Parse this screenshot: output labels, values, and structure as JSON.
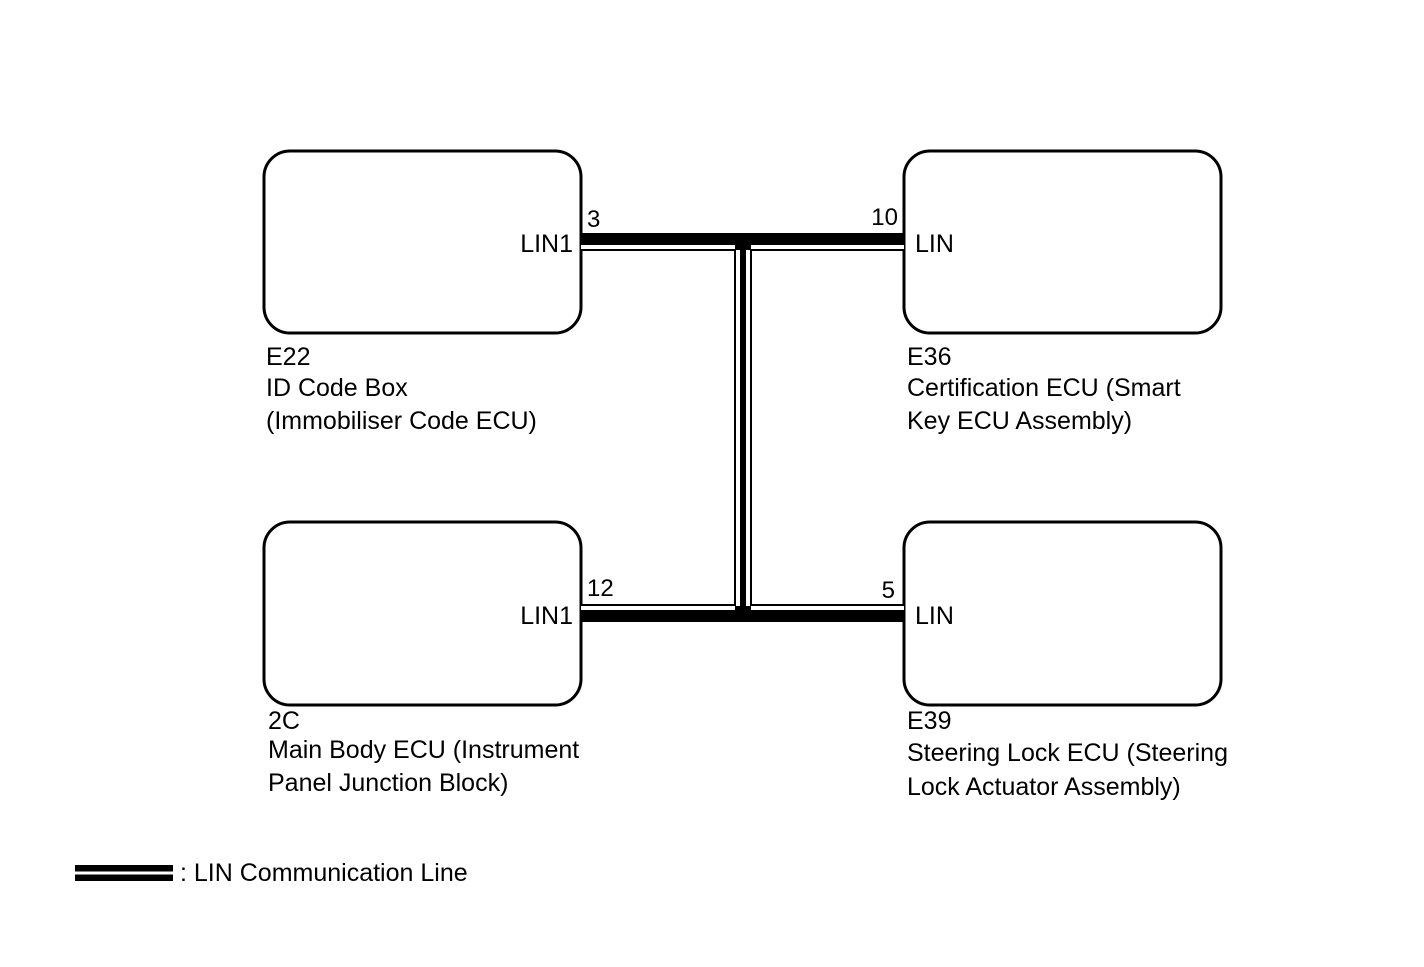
{
  "ecus": {
    "id_code_box": {
      "code": "E22",
      "name_line1": "ID Code Box",
      "name_line2": "(Immobiliser Code ECU)",
      "terminal": "LIN1",
      "pin": "3"
    },
    "certification_ecu": {
      "code": "E36",
      "name_line1": "Certification ECU (Smart",
      "name_line2": "Key ECU Assembly)",
      "terminal": "LIN",
      "pin": "10"
    },
    "main_body_ecu": {
      "code": "2C",
      "name_line1": "Main Body ECU (Instrument",
      "name_line2": "Panel Junction Block)",
      "terminal": "LIN1",
      "pin": "12"
    },
    "steering_lock_ecu": {
      "code": "E39",
      "name_line1": "Steering Lock ECU (Steering",
      "name_line2": "Lock Actuator Assembly)",
      "terminal": "LIN",
      "pin": "5"
    }
  },
  "legend": {
    "label": ": LIN Communication Line"
  }
}
